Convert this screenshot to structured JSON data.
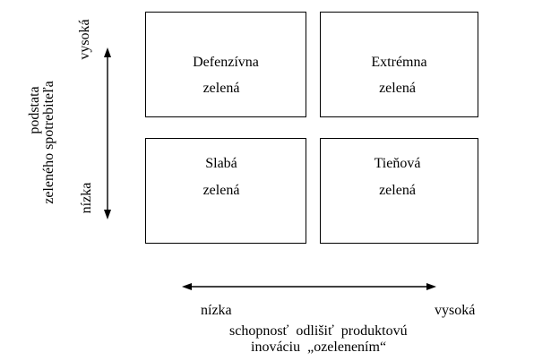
{
  "quadrants": {
    "top_left": {
      "line1": "Defenzívna",
      "line2": "zelená"
    },
    "top_right": {
      "line1": "Extrémna",
      "line2": "zelená"
    },
    "bottom_left": {
      "line1": "Slabá",
      "line2": "zelená"
    },
    "bottom_right": {
      "line1": "Tieňová",
      "line2": "zelená"
    }
  },
  "y_axis": {
    "high": "vysoká",
    "low": "nízka",
    "title_line1": "podstata",
    "title_line2": "zeleného spotrebiteľa"
  },
  "x_axis": {
    "low": "nízka",
    "high": "vysoká",
    "title_line1": "schopnosť  odlišiť  produktovú",
    "title_line2": "inováciu  „ozelenením“"
  }
}
